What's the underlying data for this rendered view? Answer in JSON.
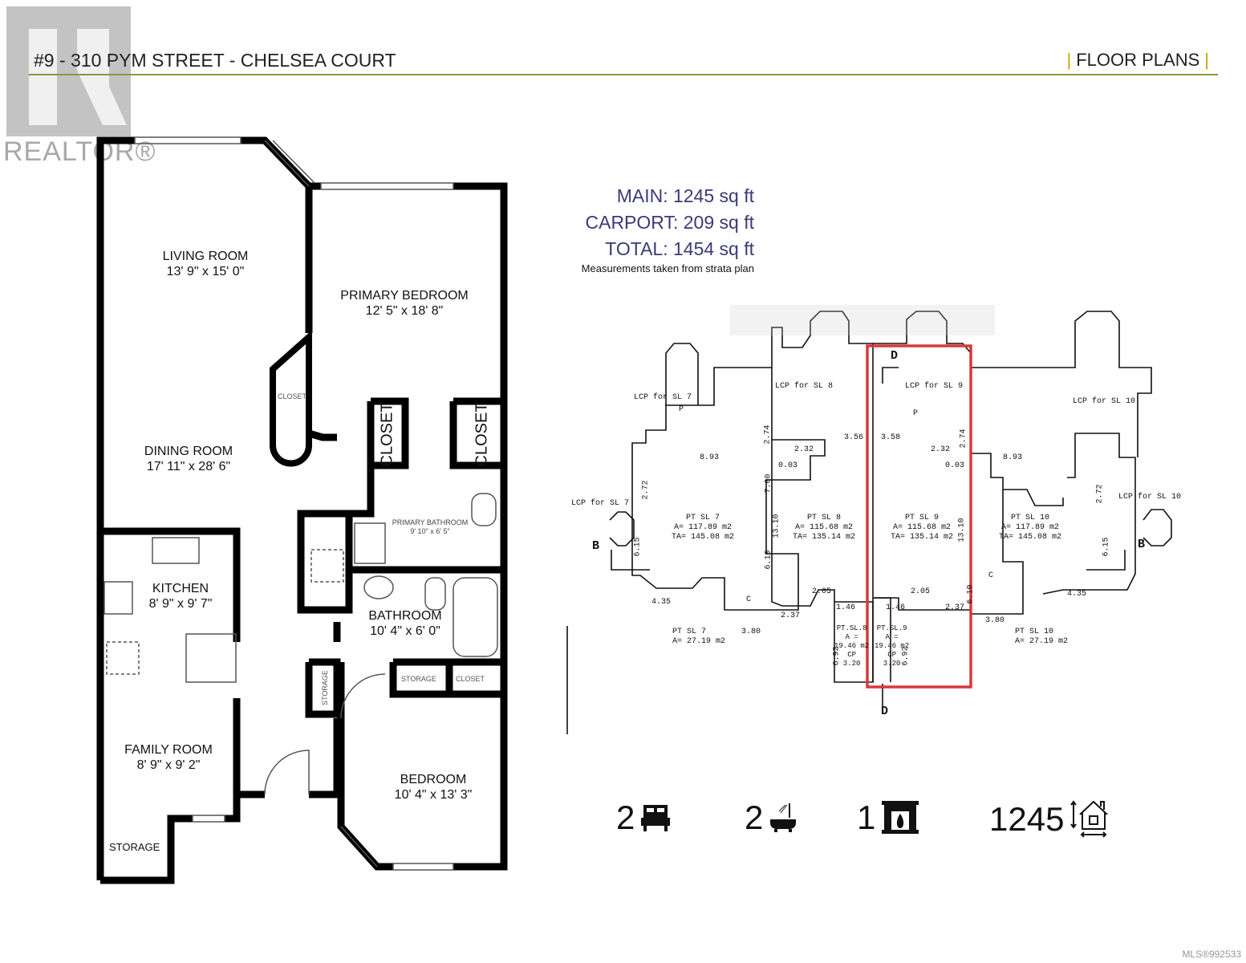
{
  "header": {
    "title": "#9 - 310 PYM STREET - CHELSEA COURT",
    "section": "FLOOR PLANS",
    "separator": "|"
  },
  "watermark": {
    "logo_text": "REALTOR®"
  },
  "rooms": {
    "living": {
      "name": "LIVING ROOM",
      "size": "13' 9\" x 15' 0\""
    },
    "primary_bedroom": {
      "name": "PRIMARY BEDROOM",
      "size": "12' 5\" x 18' 8\""
    },
    "dining": {
      "name": "DINING ROOM",
      "size": "17' 11\" x 28' 6\""
    },
    "kitchen": {
      "name": "KITCHEN",
      "size": "8' 9\" x 9' 7\""
    },
    "primary_bathroom": {
      "name": "PRIMARY BATHROOM",
      "size": "9' 10\" x 6' 5\""
    },
    "bathroom": {
      "name": "BATHROOM",
      "size": "10' 4\" x 6' 0\""
    },
    "family": {
      "name": "FAMILY ROOM",
      "size": "8' 9\" x 9' 2\""
    },
    "bedroom": {
      "name": "BEDROOM",
      "size": "10' 4\" x 13' 3\""
    },
    "closet": "CLOSET",
    "storage": "STORAGE"
  },
  "areas": {
    "main": "MAIN: 1245 sq ft",
    "carport": "CARPORT: 209 sq ft",
    "total": "TOTAL: 1454 sq ft",
    "note": "Measurements taken from strata plan"
  },
  "strata": {
    "labels": {
      "d": "D",
      "b": "B",
      "lcp7": "LCP for SL 7",
      "lcp8": "LCP for SL 8",
      "lcp9": "LCP for SL 9",
      "lcp10": "LCP for SL 10",
      "pt7": "PT SL 7",
      "pt7a": "A= 117.89 m2",
      "pt7ta": "TA= 145.08 m2",
      "pt8": "PT SL 8",
      "pt8a": "A= 115.68 m2",
      "pt8ta": "TA= 135.14 m2",
      "pt9": "PT SL 9",
      "pt9a": "A= 115.68 m2",
      "pt9ta": "TA= 135.14 m2",
      "pt10": "PT SL 10",
      "pt10a": "A= 117.89 m2",
      "pt10ta": "TA= 145.08 m2",
      "cp7": "PT SL 7",
      "cp7a": "A= 27.19 m2",
      "cp10": "PT SL 10",
      "cp10a": "A= 27.19 m2",
      "cp8": "PT.SL.8",
      "cp9": "PT.SL.9",
      "cpa": "A =",
      "cpv": "19.46 m2",
      "cp": "CP",
      "p": "P",
      "c": "C",
      "d893": "8.93",
      "d356": "3.56",
      "d358": "3.58",
      "d232": "2.32",
      "d274": "2.74",
      "d700": "7.00",
      "d1310": "13.10",
      "d610": "6.10",
      "d435": "4.35",
      "d380": "3.80",
      "d237": "2.37",
      "d205": "2.05",
      "d320": "3.20",
      "d692": "6.92",
      "d146": "1.46",
      "d003": "0.03",
      "d272": "2.72",
      "d615": "6.15"
    },
    "highlight_color": "#d9383a"
  },
  "stats": {
    "bedrooms": "2",
    "bathrooms": "2",
    "fireplaces": "1",
    "sqft": "1245",
    "icons": [
      "bed-icon",
      "bathtub-icon",
      "fireplace-icon",
      "house-size-icon"
    ]
  },
  "footer": {
    "mls": "MLS®992533"
  }
}
